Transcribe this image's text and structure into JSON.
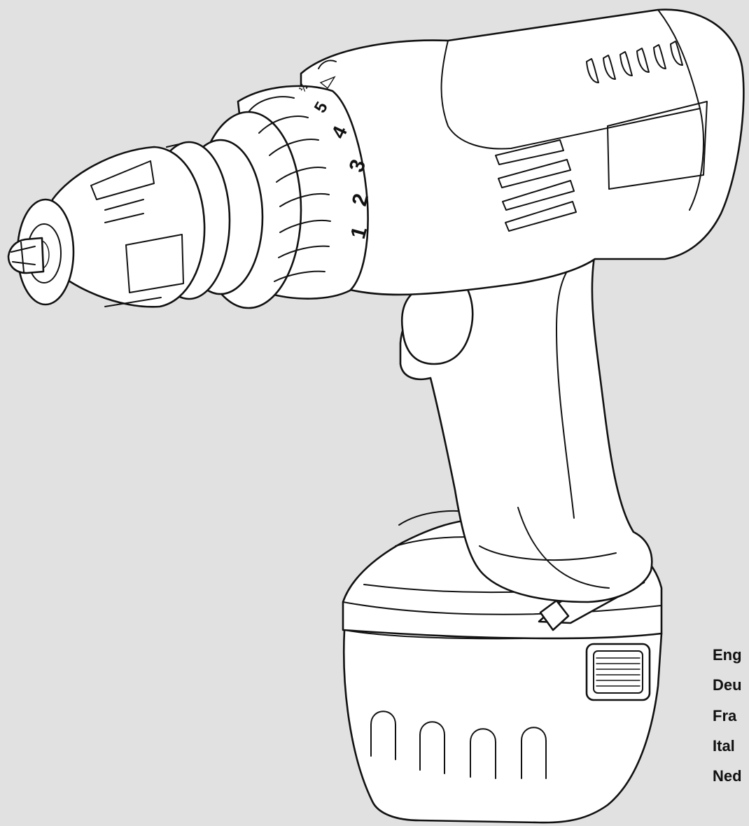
{
  "page": {
    "background_color": "#e1e1e1",
    "body_color": "#ffffff",
    "line_color": "#111111"
  },
  "illustration": {
    "subject": "cordless drill with keyless chuck, torque collar and battery pack",
    "torque_dial_marks": [
      "1",
      "2",
      "3",
      "4",
      "5",
      "½"
    ]
  },
  "languages": [
    "Eng",
    "Deu",
    "Fra",
    "Ital",
    "Ned"
  ]
}
